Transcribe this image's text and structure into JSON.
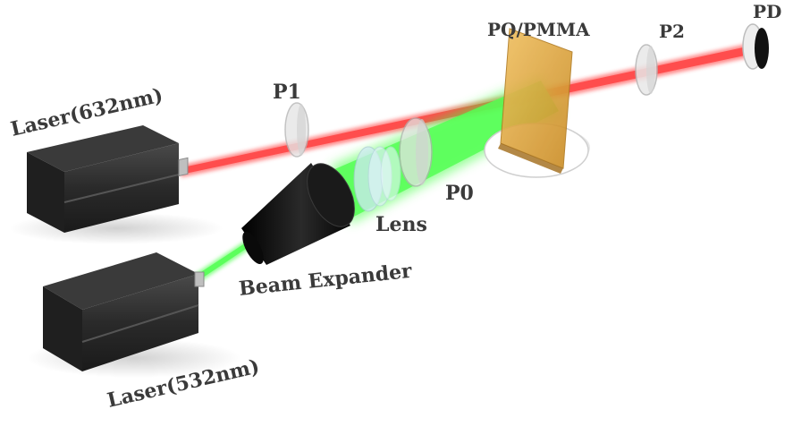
{
  "labels": {
    "laser_red": "Laser(632nm)",
    "laser_green": "Laser(532nm)",
    "p1": "P1",
    "p0": "P0",
    "p2": "P2",
    "pd": "PD",
    "sample": "PQ/PMMA",
    "lens": "Lens",
    "beam_expander": "Beam Expander"
  },
  "colors": {
    "red_beam": "#ff2a2a",
    "green_beam": "#3cff3c",
    "laser_body": "#2b2b2b",
    "expander": "#0d0d0d",
    "sample": "#e3a23a",
    "glass": "#e6e6e6",
    "lens_glass": "#cfeaf4",
    "text": "#3a3a3a"
  }
}
